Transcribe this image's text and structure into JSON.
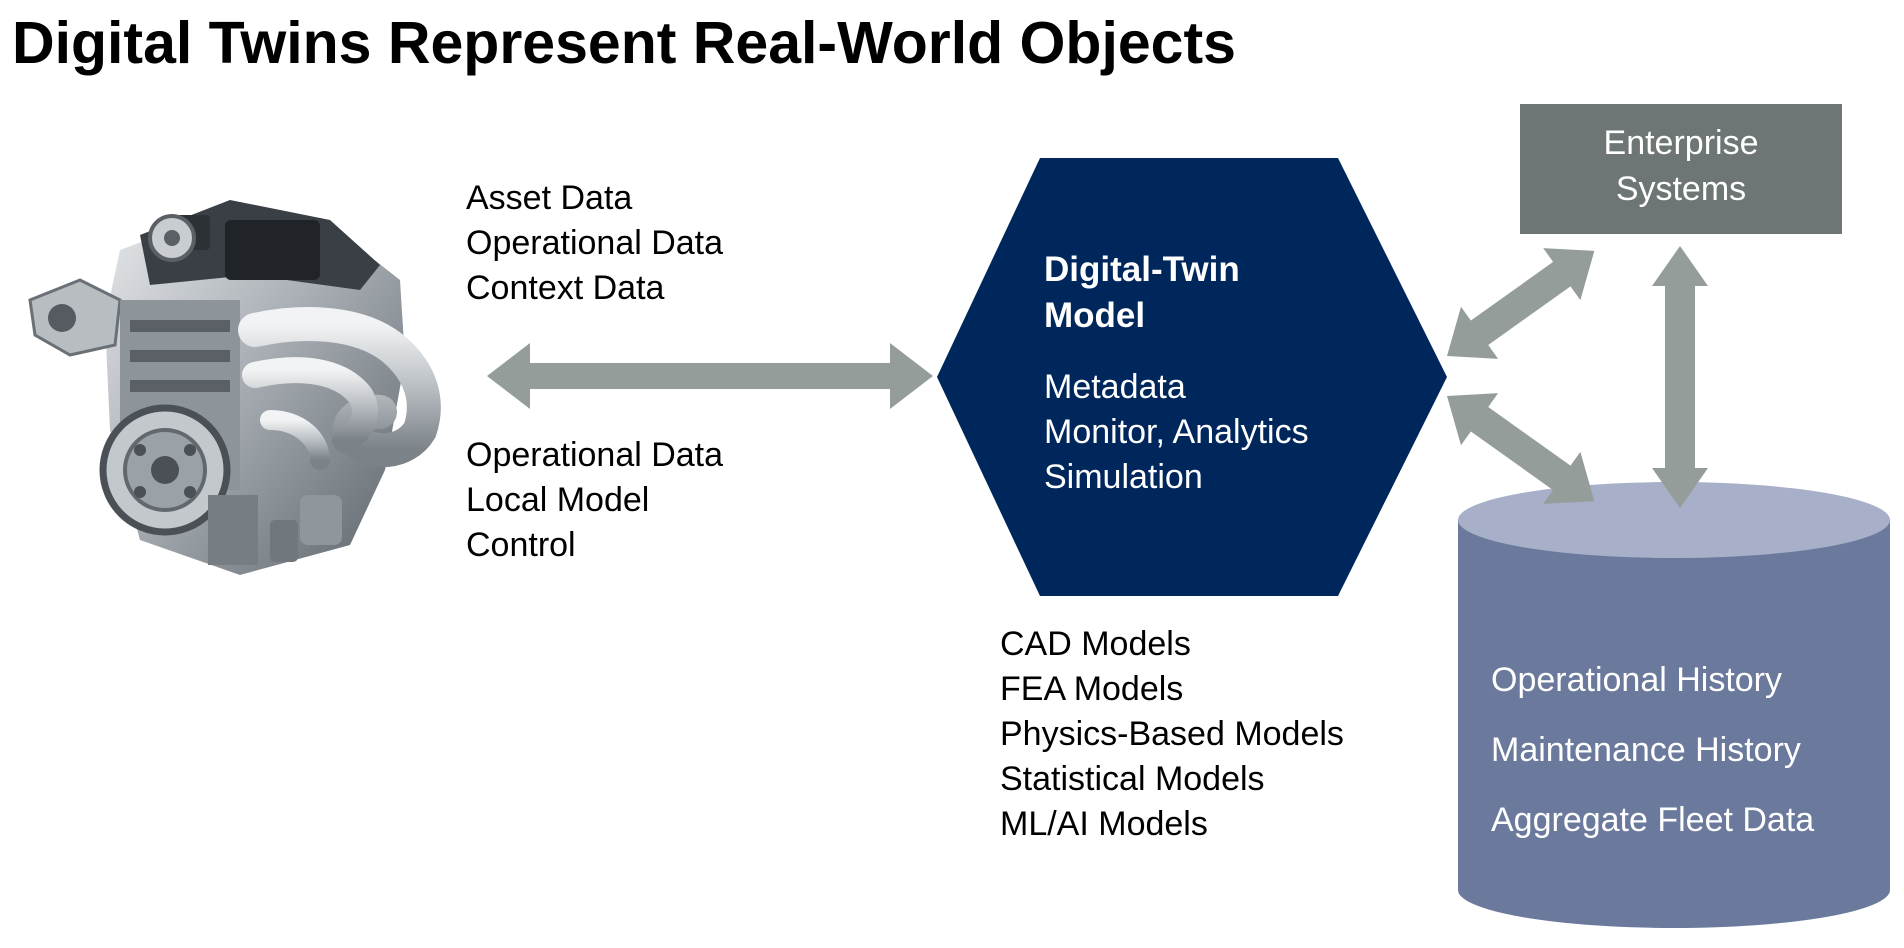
{
  "title": "Digital Twins Represent Real-World Objects",
  "engine_image": {
    "icon": "engine-photo"
  },
  "upper_data_labels": [
    "Asset Data",
    "Operational Data",
    "Context Data"
  ],
  "lower_data_labels": [
    "Operational Data",
    "Local Model",
    "Control"
  ],
  "hexagon": {
    "title": "Digital-Twin\nModel",
    "items": [
      "Metadata",
      "Monitor, Analytics",
      "Simulation"
    ],
    "color": "#00275c"
  },
  "model_types": [
    "CAD Models",
    "FEA Models",
    "Physics-Based Models",
    "Statistical Models",
    "ML/AI Models"
  ],
  "enterprise_systems": {
    "label": "Enterprise\nSystems",
    "color": "#6e7575"
  },
  "database": {
    "items": [
      "Operational History",
      "Maintenance History",
      "Aggregate Fleet Data"
    ],
    "body_color": "#6b7a9c",
    "top_color": "#a7b0c8"
  },
  "arrow_color": "#959d9a"
}
